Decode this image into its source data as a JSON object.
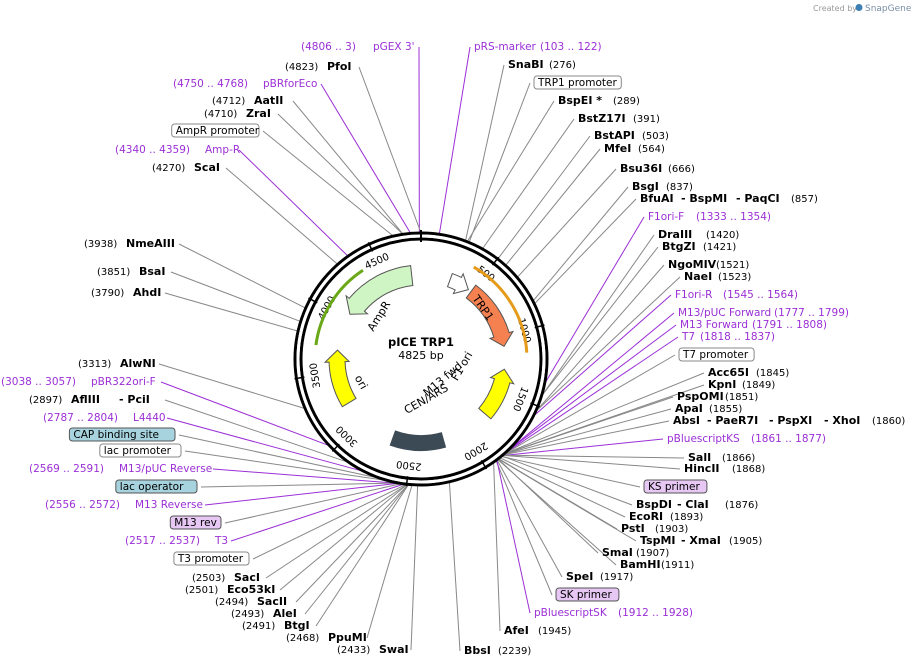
{
  "brand": {
    "created_by": "Created by",
    "app": "SnapGene"
  },
  "plasmid": {
    "name": "pICE TRP1",
    "size": "4825 bp"
  },
  "ring_ticks": [
    "500",
    "1000",
    "1500",
    "2000",
    "2500",
    "3000",
    "3500",
    "4000",
    "4500"
  ],
  "features": {
    "ampr": "AmpR",
    "ori": "ori",
    "trp1": "TRP1",
    "m13fwd": "M13 fwd",
    "f1ori": "F1 ori",
    "cenars": "CEN/ARS"
  },
  "labels_left": [
    {
      "kind": "primer",
      "range": "(4806 .. 3)",
      "name": "pGEX 3'"
    },
    {
      "kind": "enzyme",
      "pos": "(4823)",
      "name": "PfoI"
    },
    {
      "kind": "primer",
      "range": "(4750 .. 4768)",
      "name": "pBRforEco"
    },
    {
      "kind": "enzyme",
      "pos": "(4712)",
      "name": "AatII"
    },
    {
      "kind": "enzyme",
      "pos": "(4710)",
      "name": "ZraI"
    },
    {
      "kind": "feature",
      "name": "AmpR promoter"
    },
    {
      "kind": "primer",
      "range": "(4340 .. 4359)",
      "name": "Amp-R"
    },
    {
      "kind": "enzyme",
      "pos": "(4270)",
      "name": "ScaI"
    },
    {
      "kind": "enzyme",
      "pos": "(3938)",
      "name": "NmeAIII"
    },
    {
      "kind": "enzyme",
      "pos": "(3851)",
      "name": "BsaI"
    },
    {
      "kind": "enzyme",
      "pos": "(3790)",
      "name": "AhdI"
    },
    {
      "kind": "enzyme",
      "pos": "(3313)",
      "name": "AlwNI"
    },
    {
      "kind": "primer",
      "range": "(3038 .. 3057)",
      "name": "pBR322ori-F"
    },
    {
      "kind": "enzyme2",
      "pos": "(2897)",
      "name": "AflIII",
      "name2": "- PciI"
    },
    {
      "kind": "primer",
      "range": "(2787 .. 2804)",
      "name": "L4440"
    },
    {
      "kind": "featblue",
      "name": "CAP binding site"
    },
    {
      "kind": "feature",
      "name": "lac promoter"
    },
    {
      "kind": "primer",
      "range": "(2569 .. 2591)",
      "name": "M13/pUC Reverse"
    },
    {
      "kind": "featblue",
      "name": "lac operator"
    },
    {
      "kind": "primer",
      "range": "(2556 .. 2572)",
      "name": "M13 Reverse"
    },
    {
      "kind": "featpurple",
      "name": "M13 rev"
    },
    {
      "kind": "primer",
      "range": "(2517 .. 2537)",
      "name": "T3"
    },
    {
      "kind": "feature",
      "name": "T3 promoter"
    },
    {
      "kind": "enzyme",
      "pos": "(2503)",
      "name": "SacI"
    },
    {
      "kind": "enzyme",
      "pos": "(2501)",
      "name": "Eco53kI"
    },
    {
      "kind": "enzyme",
      "pos": "(2494)",
      "name": "SacII"
    },
    {
      "kind": "enzyme",
      "pos": "(2493)",
      "name": "AleI"
    },
    {
      "kind": "enzyme",
      "pos": "(2491)",
      "name": "BtgI"
    },
    {
      "kind": "enzyme",
      "pos": "(2468)",
      "name": "PpuMI"
    },
    {
      "kind": "enzyme",
      "pos": "(2433)",
      "name": "SwaI"
    }
  ],
  "labels_right": [
    {
      "kind": "primer",
      "name": "pRS-marker",
      "range": "(103 .. 122)"
    },
    {
      "kind": "enzyme",
      "name": "SnaBI",
      "pos": "(276)"
    },
    {
      "kind": "feature",
      "name": "TRP1 promoter"
    },
    {
      "kind": "enzyme",
      "name": "BspEI *",
      "pos": "(289)"
    },
    {
      "kind": "enzyme",
      "name": "BstZ17I",
      "pos": "(391)"
    },
    {
      "kind": "enzyme",
      "name": "BstAPI",
      "pos": "(503)"
    },
    {
      "kind": "enzyme",
      "name": "MfeI",
      "pos": "(564)"
    },
    {
      "kind": "enzyme",
      "name": "Bsu36I",
      "pos": "(666)"
    },
    {
      "kind": "enzyme",
      "name": "BsgI",
      "pos": "(837)"
    },
    {
      "kind": "enzyme3",
      "name": "BfuAI",
      "name2": "- BspMI",
      "name3": "- PaqCI",
      "pos": "(857)"
    },
    {
      "kind": "primer",
      "name": "F1ori-F",
      "range": "(1333 .. 1354)"
    },
    {
      "kind": "enzyme",
      "name": "DraIII",
      "pos": "(1420)"
    },
    {
      "kind": "enzyme",
      "name": "BtgZI",
      "pos": "(1421)"
    },
    {
      "kind": "enzyme",
      "name": "NgoMIV",
      "pos": "(1521)"
    },
    {
      "kind": "enzyme",
      "name": "NaeI",
      "pos": "(1523)"
    },
    {
      "kind": "primer",
      "name": "F1ori-R",
      "range": "(1545 .. 1564)"
    },
    {
      "kind": "primer",
      "name": "M13/pUC Forward",
      "range": "(1777 .. 1799)"
    },
    {
      "kind": "primer",
      "name": "M13 Forward",
      "range": "(1791 .. 1808)"
    },
    {
      "kind": "primer",
      "name": "T7",
      "range": "(1818 .. 1837)"
    },
    {
      "kind": "feature",
      "name": "T7 promoter"
    },
    {
      "kind": "enzyme",
      "name": "Acc65I",
      "pos": "(1845)"
    },
    {
      "kind": "enzyme",
      "name": "KpnI",
      "pos": "(1849)"
    },
    {
      "kind": "enzyme",
      "name": "PspOMI",
      "pos": "(1851)"
    },
    {
      "kind": "enzyme",
      "name": "ApaI",
      "pos": "(1855)"
    },
    {
      "kind": "enzyme4",
      "name": "AbsI",
      "name2": "- PaeR7I",
      "name3": "- PspXI",
      "name4": "- XhoI",
      "pos": "(1860)"
    },
    {
      "kind": "primer",
      "name": "pBluescriptKS",
      "range": "(1861 .. 1877)"
    },
    {
      "kind": "enzyme",
      "name": "SalI",
      "pos": "(1866)"
    },
    {
      "kind": "enzyme",
      "name": "HincII",
      "pos": "(1868)"
    },
    {
      "kind": "featpurple",
      "name": "KS primer"
    },
    {
      "kind": "enzyme2",
      "name": "BspDI",
      "name2": "- ClaI",
      "pos": "(1876)"
    },
    {
      "kind": "enzyme",
      "name": "EcoRI",
      "pos": "(1893)"
    },
    {
      "kind": "enzyme",
      "name": "PstI",
      "pos": "(1903)"
    },
    {
      "kind": "enzyme2",
      "name": "TspMI",
      "name2": "- XmaI",
      "pos": "(1905)"
    },
    {
      "kind": "enzyme",
      "name": "SmaI",
      "pos": "(1907)"
    },
    {
      "kind": "enzyme",
      "name": "BamHI",
      "pos": "(1911)"
    },
    {
      "kind": "enzyme",
      "name": "SpeI",
      "pos": "(1917)"
    },
    {
      "kind": "featpurple",
      "name": "SK primer"
    },
    {
      "kind": "primer",
      "name": "pBluescriptSK",
      "range": "(1912 .. 1928)"
    },
    {
      "kind": "enzyme",
      "name": "AfeI",
      "pos": "(1945)"
    }
  ],
  "labels_bottom": [
    {
      "kind": "enzyme",
      "name": "BbsI",
      "pos": "(2239)"
    }
  ],
  "colors": {
    "enzyme_line": "#888888",
    "primer": "#9b2fd6",
    "ampr": "#cff5c4",
    "ampr_edge": "#3a8a1a",
    "ori": "#ffff00",
    "trp1": "#f58151",
    "f1ori": "#ffff00",
    "cenars": "#3c4a55",
    "orange_arc": "#e69a1a",
    "green_arc": "#6aa817"
  }
}
